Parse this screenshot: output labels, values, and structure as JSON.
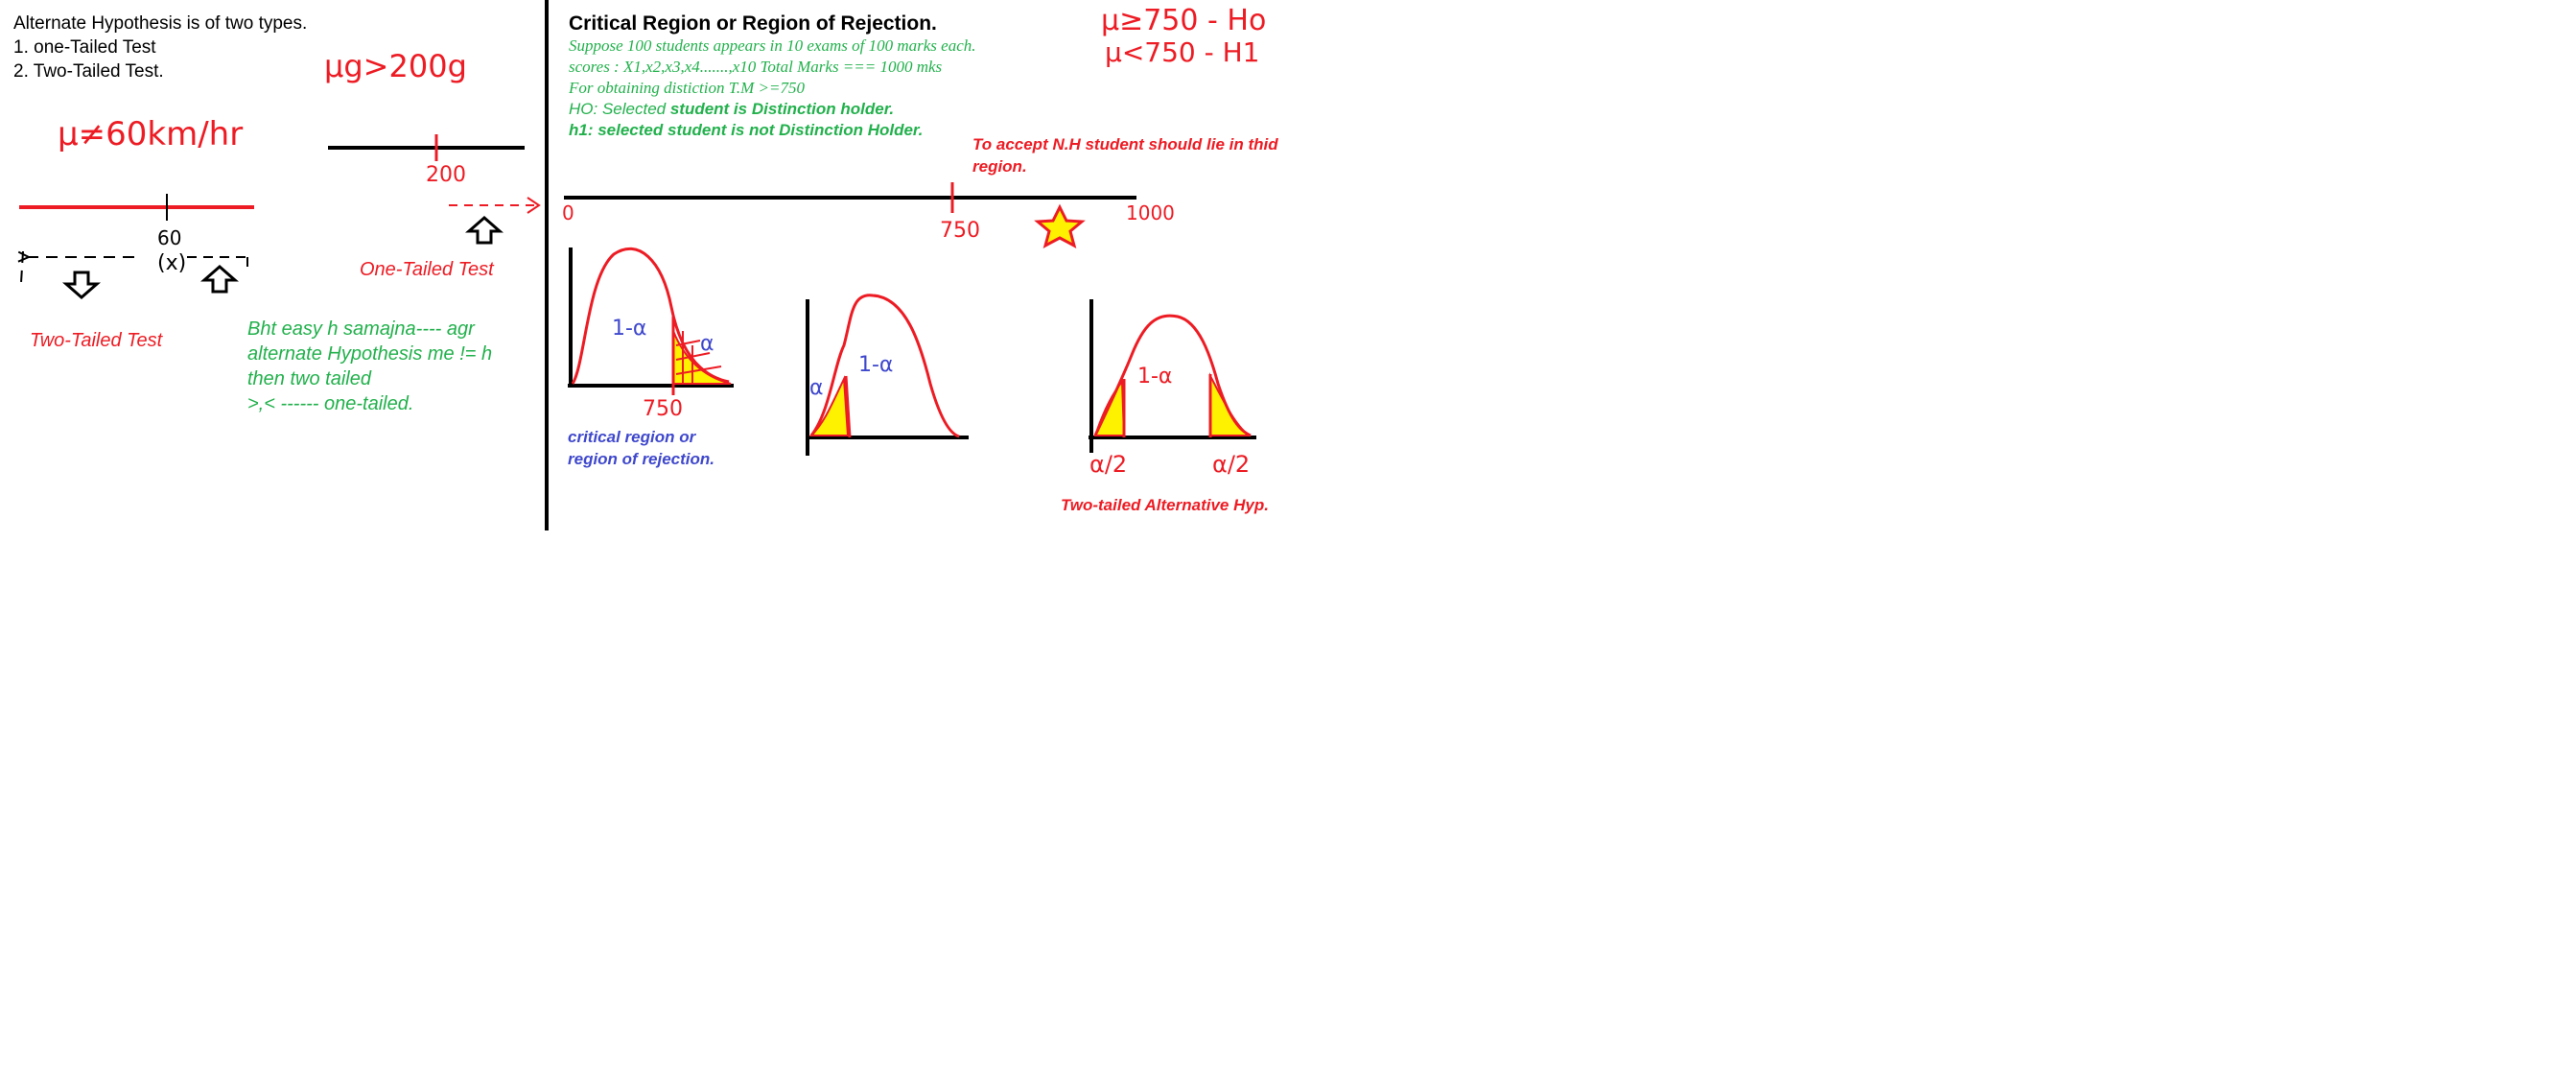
{
  "left_panel": {
    "intro_line1": "Alternate Hypothesis is of two types.",
    "intro_line2": "1. one-Tailed Test",
    "intro_line3": "2. Two-Tailed Test.",
    "hand_mu_neq": "μ≠60km/hr",
    "hand_mu_gt": "μg>200g",
    "mark_60": "60",
    "mark_x": "(x)",
    "mark_200": "200",
    "two_tailed_label": "Two-Tailed Test",
    "one_tailed_label": "One-Tailed Test",
    "note_line1": "Bht easy h samajna---- agr",
    "note_line2": "alternate Hypothesis me != h",
    "note_line3": "then two tailed",
    "note_line4": ">,< ------ one-tailed."
  },
  "right_panel": {
    "title": "Critical Region or Region of Rejection.",
    "desc_line1": "Suppose 100 students appears in 10 exams of 100 marks each.",
    "desc_line2": "scores : X1,x2,x3,x4.......,x10 Total Marks === 1000 mks",
    "desc_line3": "For obtaining distiction T.M >=750",
    "h0_prefix": "HO: Selected ",
    "h0_bold": "student is Distinction holder.",
    "h1_line": "h1: selected student is not Distinction Holder.",
    "hand_h0": "μ≥750 - Ho",
    "hand_h1": "μ<750 - H1",
    "accept_line1": "To accept N.H student should lie in thid",
    "accept_line2": "region.",
    "axis_0": "0",
    "axis_750": "750",
    "axis_1000": "1000",
    "curve_label_1": "1-α",
    "curve_label_2": "1-α",
    "curve_label_3": "1-α",
    "alpha_1": "α",
    "alpha_2": "α",
    "mark_750_curve": "750",
    "alpha_half_left": "α/2",
    "alpha_half_right": "α/2",
    "critical_region_line1": "critical region or",
    "critical_region_line2": "region of rejection.",
    "two_tailed_alt": "Two-tailed Alternative Hyp."
  },
  "colors": {
    "red": "#ed1c24",
    "green": "#22b14c",
    "blue": "#3f48cc",
    "yellow": "#fff200",
    "black": "#000000"
  }
}
